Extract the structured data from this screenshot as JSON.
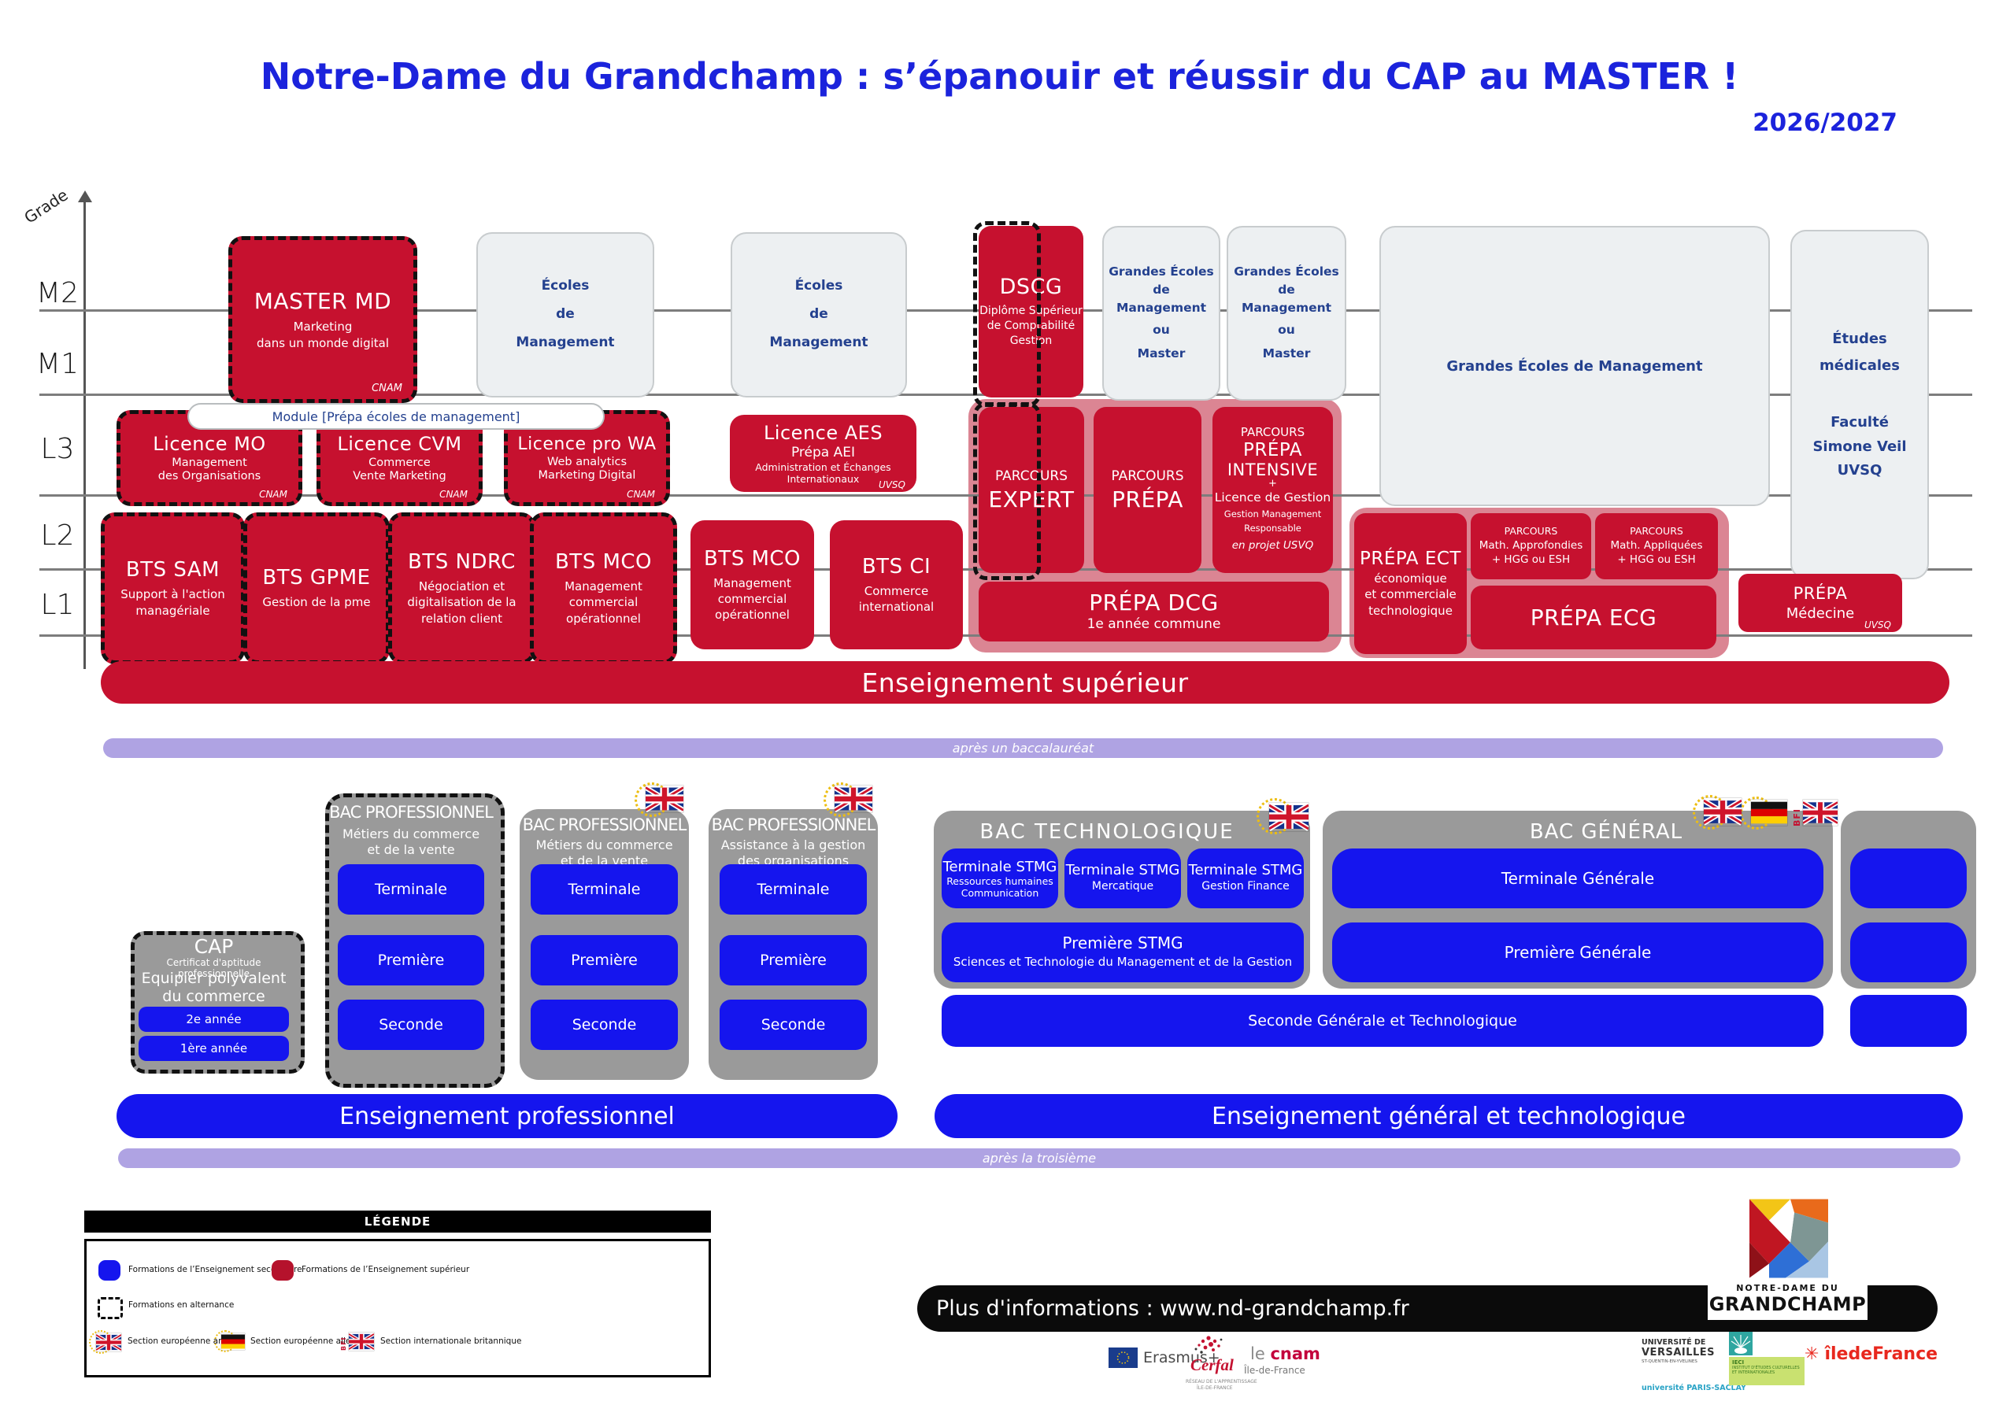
{
  "header": {
    "title": "Notre-Dame du Grandchamp : s’épanouir et réussir du CAP au MASTER !",
    "year": "2026/2027"
  },
  "axis": {
    "label": "Grade",
    "levels": [
      "M2",
      "M1",
      "L3",
      "L2",
      "L1"
    ]
  },
  "superieur": {
    "banner": "Enseignement supérieur",
    "master_md": {
      "title": "MASTER MD",
      "lines": [
        "Marketing",
        "dans un monde digital"
      ],
      "org": "CNAM"
    },
    "ecoles_management": {
      "lines": [
        "Écoles",
        "de",
        "Management"
      ]
    },
    "dscg": {
      "title": "DSCG",
      "lines": [
        "Diplôme Supérieur",
        "de Comptabilité",
        "Gestion"
      ]
    },
    "grandes_ecoles_sm": {
      "lines": [
        "Grandes Écoles",
        "de",
        "Management",
        "ou",
        "Master"
      ]
    },
    "grandes_ecoles_lg": "Grandes Écoles de Management",
    "etudes_medicales": {
      "lines1": [
        "Études",
        "médicales"
      ],
      "lines2": [
        "Faculté",
        "Simone Veil",
        "UVSQ"
      ]
    },
    "module_pill": "Module [Prépa écoles de management]",
    "licence_mo": {
      "title": "Licence MO",
      "lines": [
        "Management",
        "des Organisations"
      ],
      "org": "CNAM"
    },
    "licence_cvm": {
      "title": "Licence CVM",
      "lines": [
        "Commerce",
        "Vente Marketing"
      ],
      "org": "CNAM"
    },
    "licence_wa": {
      "title": "Licence pro WA",
      "lines": [
        "Web analytics",
        "Marketing Digital"
      ],
      "org": "CNAM"
    },
    "licence_aes": {
      "title": "Licence AES",
      "sub": "Prépa AEI",
      "lines": [
        "Administration et Échanges",
        "Internationaux"
      ],
      "org": "UVSQ"
    },
    "parcours_expert": {
      "label": "PARCOURS",
      "title": "EXPERT"
    },
    "parcours_prepa": {
      "label": "PARCOURS",
      "title": "PRÉPA"
    },
    "parcours_intensive": {
      "label": "PARCOURS",
      "lines": [
        "PRÉPA",
        "INTENSIVE"
      ],
      "plus": "+",
      "sub": "Licence de Gestion",
      "lines2": [
        "Gestion Management",
        "Responsable"
      ],
      "note": "en projet USVQ"
    },
    "prepa_dcg": {
      "title": "PRÉPA DCG",
      "sub": "1e année commune"
    },
    "bts_sam": {
      "title": "BTS SAM",
      "lines": [
        "Support à l'action",
        "managériale"
      ]
    },
    "bts_gpme": {
      "title": "BTS GPME",
      "lines": [
        "Gestion de la pme"
      ]
    },
    "bts_ndrc": {
      "title": "BTS NDRC",
      "lines": [
        "Négociation et",
        "digitalisation de la",
        "relation client"
      ]
    },
    "bts_mco_alt": {
      "title": "BTS MCO",
      "lines": [
        "Management",
        "commercial",
        "opérationnel"
      ]
    },
    "bts_mco": {
      "title": "BTS MCO",
      "lines": [
        "Management",
        "commercial",
        "opérationnel"
      ]
    },
    "bts_ci": {
      "title": "BTS CI",
      "lines": [
        "Commerce",
        "international"
      ]
    },
    "prepa_ect": {
      "title": "PRÉPA ECT",
      "lines": [
        "économique",
        "et commerciale",
        "technologique"
      ]
    },
    "math_approfondies": {
      "label": "PARCOURS",
      "lines": [
        "Math. Approfondies",
        "+ HGG ou ESH"
      ]
    },
    "math_appliquees": {
      "label": "PARCOURS",
      "lines": [
        "Math. Appliquées",
        "+ HGG ou ESH"
      ]
    },
    "prepa_ecg": {
      "title": "PRÉPA ECG"
    },
    "prepa_medecine": {
      "lines": [
        "PRÉPA",
        "Médecine"
      ],
      "org": "UVSQ"
    }
  },
  "apres_bac": "après un baccalauréat",
  "secondaire": {
    "bac_pro": {
      "columns": [
        {
          "header": "BAC PROFESSIONNEL",
          "sub1": "Métiers du commerce",
          "sub2": "et de la vente",
          "levels": [
            "Terminale",
            "Première",
            "Seconde"
          ]
        },
        {
          "header": "BAC PROFESSIONNEL",
          "sub1": "Métiers du commerce",
          "sub2": "et de la vente",
          "levels": [
            "Terminale",
            "Première",
            "Seconde"
          ]
        },
        {
          "header": "BAC PROFESSIONNEL",
          "sub1": "Assistance à la gestion",
          "sub2": "des organisations",
          "levels": [
            "Terminale",
            "Première",
            "Seconde"
          ]
        }
      ]
    },
    "cap": {
      "title": "CAP",
      "sub": "Certificat d'aptitude professionnelle",
      "lines": [
        "Equipier polyvalent",
        "du commerce"
      ],
      "years": [
        "2e année",
        "1ère année"
      ]
    },
    "bac_techno": {
      "title": "BAC  TECHNOLOGIQUE",
      "terminales": [
        {
          "title": "Terminale STMG",
          "lines": [
            "Ressources humaines",
            "Communication"
          ]
        },
        {
          "title": "Terminale STMG",
          "lines": [
            "Mercatique"
          ]
        },
        {
          "title": "Terminale STMG",
          "lines": [
            "Gestion Finance"
          ]
        }
      ],
      "premiere": {
        "title": "Première STMG",
        "sub": "Sciences et Technologie du Management et de la Gestion"
      }
    },
    "bac_general": {
      "title": "BAC GÉNÉRAL",
      "bfi": "BFI",
      "terminale": "Terminale Générale",
      "premiere": "Première Générale"
    },
    "seconde": "Seconde Générale et Technologique",
    "banner_pro": "Enseignement professionnel",
    "banner_gen": "Enseignement général et technologique"
  },
  "apres_troisieme": "après la troisième",
  "legende": {
    "title": "LÉGENDE",
    "secondaire": "Formations de l’Enseignement secondaire",
    "superieur": "Formations de l’Enseignement supérieur",
    "alternance": "Formations en alternance",
    "anglais": "Section européenne anglais",
    "allemand": "Section européenne allemand",
    "britannique": "Section internationale britannique",
    "bfi": "BFI"
  },
  "footer": {
    "info": "Plus d'informations : www.nd-grandchamp.fr",
    "logo": {
      "top": "NOTRE-DAME DU",
      "name": "GRANDCHAMP"
    },
    "partners": {
      "erasmus": "Erasmus+",
      "cerfal": "Cerfal",
      "cerfal_sub1": "RÉSEAU DE L'APPRENTISSAGE",
      "cerfal_sub2": "ÎLE-DE-FRANCE",
      "cnam_le": "le ",
      "cnam": "cnam",
      "cnam_sub": "Île-de-France",
      "uvsq1": "UNIVERSITÉ DE",
      "uvsq2": "VERSAILLES",
      "uvsq3": "ST-QUENTIN-EN-YVELINES",
      "saclay": "université PARIS-SACLAY",
      "ieci1": "IECI",
      "ieci2": "INSTITUT D'ÉTUDES CULTURELLES",
      "ieci3": "ET INTERNATIONALES",
      "idf": "îledeFrance"
    }
  },
  "colors": {
    "red": "#C6112F",
    "blue": "#1515EE",
    "pink": "#DB8593",
    "purple": "#AFA3E3",
    "navy": "#24418F",
    "gray": "#9A9A9A",
    "title_blue": "#1B23DC"
  }
}
